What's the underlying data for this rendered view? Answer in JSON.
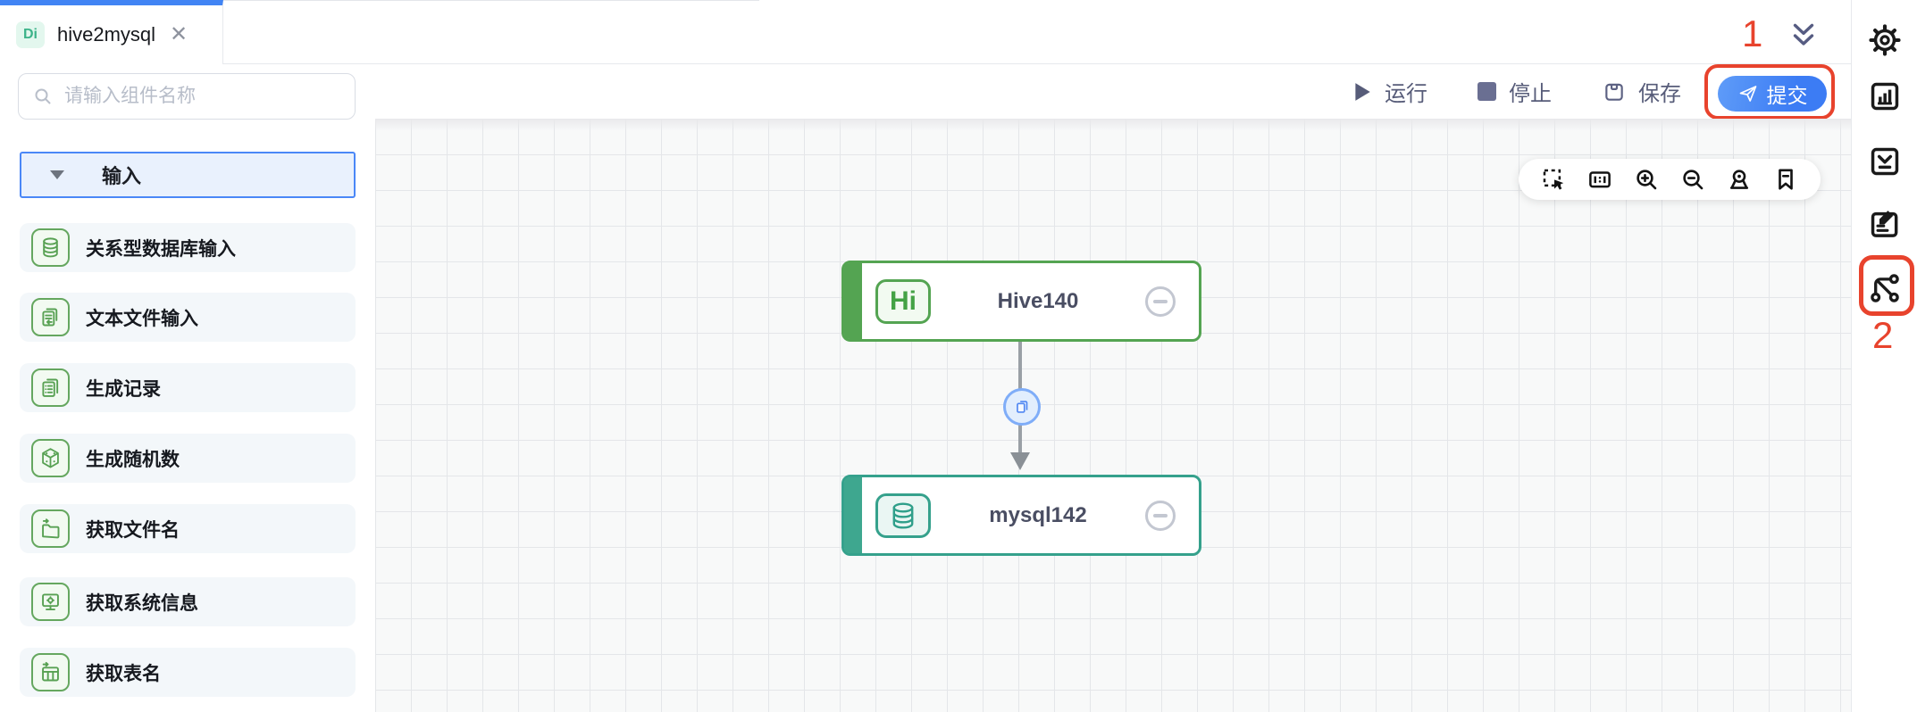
{
  "tab": {
    "badge": "Di",
    "title": "hive2mysql",
    "close_glyph": "✕"
  },
  "annotations": {
    "step1": "1",
    "step2": "2",
    "color": "#e8432d"
  },
  "actions": {
    "run": "运行",
    "stop": "停止",
    "save": "保存",
    "submit": "提交"
  },
  "sidebar": {
    "search_placeholder": "请输入组件名称",
    "section_label": "输入",
    "items": [
      {
        "label": "关系型数据库输入",
        "icon": "database-icon"
      },
      {
        "label": "文本文件输入",
        "icon": "text-file-icon"
      },
      {
        "label": "生成记录",
        "icon": "generate-records-icon"
      },
      {
        "label": "生成随机数",
        "icon": "dice-icon"
      },
      {
        "label": "获取文件名",
        "icon": "get-filename-icon"
      },
      {
        "label": "获取系统信息",
        "icon": "system-info-icon"
      },
      {
        "label": "获取表名",
        "icon": "get-table-icon"
      }
    ]
  },
  "canvas": {
    "nodes": [
      {
        "badge_text": "Hi",
        "title": "Hive140",
        "accent": "#54a452"
      },
      {
        "badge_icon": "database-icon",
        "title": "mysql142",
        "accent": "#35a18c"
      }
    ],
    "edge_badge_icon": "copy-icon",
    "zoom_toolbar_icons": [
      "marquee-select-icon",
      "actual-size-icon",
      "zoom-in-icon",
      "zoom-out-icon",
      "locate-icon",
      "bookmark-icon"
    ]
  },
  "rightbar": {
    "icons": [
      "settings-icon",
      "monitor-chart-icon",
      "task-check-icon",
      "edit-note-icon",
      "lineage-graph-icon"
    ]
  },
  "colors": {
    "tab_accent": "#4184f4",
    "hive_green": "#54a452",
    "mysql_teal": "#35a18c",
    "submit_blue": "#3f7ef5",
    "section_border": "#4a87f7",
    "annotation_red": "#e8432d"
  }
}
